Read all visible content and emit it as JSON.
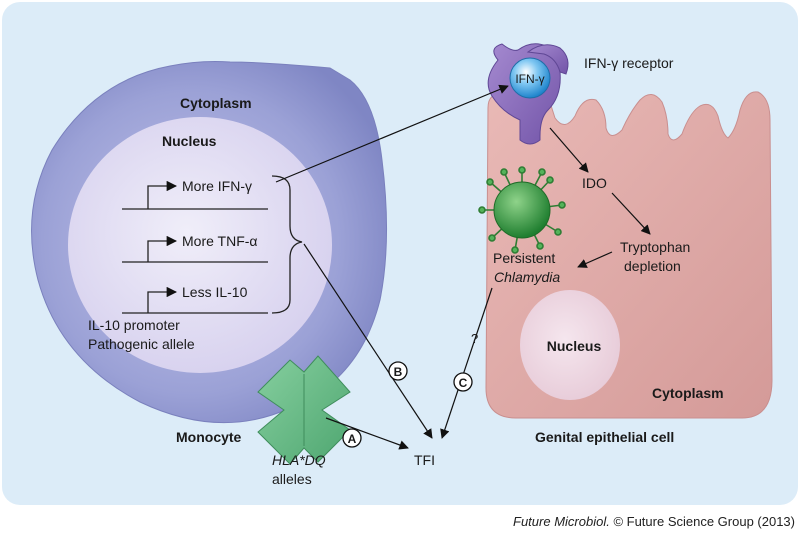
{
  "colors": {
    "panel": "#dcecf8",
    "monocyte": "#8e97cf",
    "nucleus": "#e6e3f4",
    "epithelial": "#dca3a3",
    "epithelial_nucleus": "#efd9e4",
    "receptor": "#8c6db9",
    "ifn_sphere": "#2d9be0",
    "chlamydia": "#2f9a3e",
    "hla": "#6cbf8a"
  },
  "monocyte": {
    "cytoplasm_label": "Cytoplasm",
    "nucleus_label": "Nucleus",
    "cell_label": "Monocyte",
    "genes": [
      {
        "label": "More IFN-γ"
      },
      {
        "label": "More TNF-α"
      },
      {
        "label": "Less IL-10"
      }
    ],
    "promoter_line1": "IL-10 promoter",
    "promoter_line2": "Pathogenic allele"
  },
  "receptor": {
    "ligand_label": "IFN-γ",
    "label": "IFN-γ receptor"
  },
  "epithelial": {
    "ido": "IDO",
    "tryptophan_line1": "Tryptophan",
    "tryptophan_line2": "depletion",
    "persistent": "Persistent",
    "chlamydia": "Chlamydia",
    "nucleus_label": "Nucleus",
    "cytoplasm_label": "Cytoplasm",
    "cell_label": "Genital epithelial cell"
  },
  "hla": {
    "line1": "HLA*DQ",
    "line2": "alleles"
  },
  "pathways": {
    "a": "A",
    "b": "B",
    "c": "C",
    "question": "?"
  },
  "outcome": "TFI",
  "credit": {
    "journal": "Future Microbiol.",
    "rest": " © Future Science Group (2013)"
  }
}
